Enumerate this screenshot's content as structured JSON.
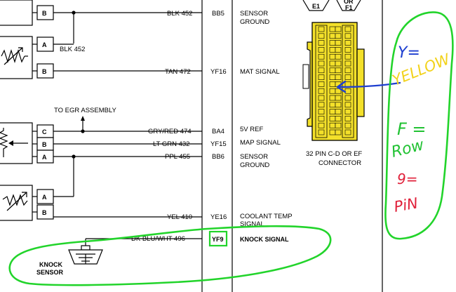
{
  "wires": {
    "blk_452_top": "BLK 452",
    "blk_452_left": "BLK 452",
    "tan_472": "TAN 472",
    "gry_red_474": "GRY/RED 474",
    "lt_grn_432": "LT GRN 432",
    "ppl_455": "PPL 455",
    "yel_410": "YEL 410",
    "dk_blu_wht_496": "DK BLU/WHT 496"
  },
  "pins": {
    "bb5": "BB5",
    "yf16": "YF16",
    "ba4": "BA4",
    "yf15": "YF15",
    "bb6": "BB6",
    "ye16": "YE16",
    "yf9": "YF9"
  },
  "signals": {
    "sensor_ground_1a": "SENSOR",
    "sensor_ground_1b": "GROUND",
    "mat_signal": "MAT SIGNAL",
    "5v_ref": "5V REF",
    "map_signal": "MAP SIGNAL",
    "sensor_ground_2a": "SENSOR",
    "sensor_ground_2b": "GROUND",
    "coolant_temp_a": "COOLANT TEMP",
    "coolant_temp_b": "SIGNAL",
    "knock_signal": "KNOCK SIGNAL"
  },
  "terminals": {
    "s1_b": "B",
    "s2_a": "A",
    "s2_b": "B",
    "s3_c": "C",
    "s3_b": "B",
    "s3_a": "A",
    "s4_a": "A",
    "s4_b": "B"
  },
  "labels": {
    "egr": "TO EGR ASSEMBLY",
    "knock_sensor_a": "KNOCK",
    "knock_sensor_b": "SENSOR",
    "connector_a": "32 PIN C-D OR EF",
    "connector_b": "CONNECTOR",
    "tab_e1": "E1",
    "tab_f1": "F1",
    "tab_or": "OR"
  },
  "annotations": {
    "y_key": "Y=",
    "y_value": "YELLOW",
    "f_key": "F =",
    "f_value": "Row",
    "nine_key": "9=",
    "nine_value": "PiN"
  },
  "colors": {
    "connector_yellow": "#f3e02a",
    "highlight_green": "#22d42b",
    "arrow_blue": "#1e3fd0",
    "yellow_ink": "#f2d21b",
    "green_ink": "#21c233",
    "red_ink": "#e0203a"
  }
}
